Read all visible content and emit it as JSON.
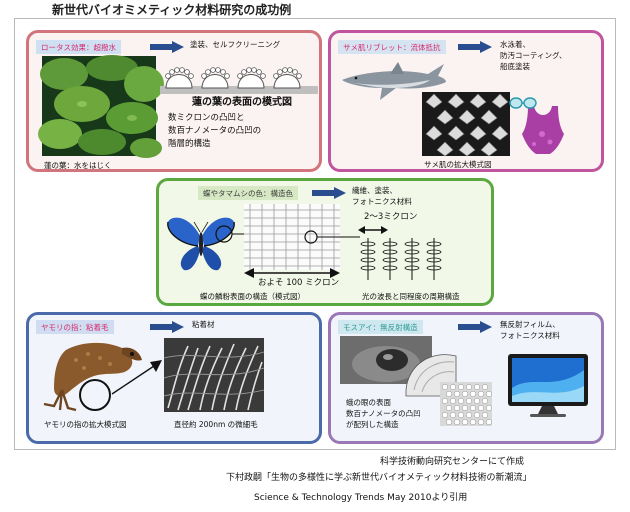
{
  "title": "新世代バイオミメティック材料研究の成功例",
  "lotus": {
    "tag": "ロータス効果：超撥水",
    "result": "塗装、セルフクリーニング",
    "diagram_title": "蓮の葉の表面の模式図",
    "desc_lines": [
      "数ミクロンの凸凹と",
      "数百ナノメータの凸凹の",
      "階層的構造"
    ],
    "caption": "蓮の葉：水をはじく"
  },
  "shark": {
    "tag": "サメ肌リブレット：流体抵抗",
    "result_lines": [
      "水泳着、",
      "防汚コーティング、",
      "船底塗装"
    ],
    "caption": "サメ肌の拡大模式図"
  },
  "butterfly": {
    "tag": "蝶やタマムシの色：構造色",
    "result_lines": [
      "繊維、塗装、",
      "フォトニクス材料"
    ],
    "scale_small": "2～3ミクロン",
    "scale_large": "およそ 100 ミクロン",
    "caption_left": "蝶の鱗粉表面の構造（模式図）",
    "caption_right": "光の波長と同程度の周期構造"
  },
  "gecko": {
    "tag": "ヤモリの指：粘着毛",
    "result": "粘着材",
    "caption_left": "ヤモリの指の拡大模式図",
    "caption_right": "直径約 200nm の微細毛"
  },
  "moth": {
    "tag": "モスアイ：無反射構造",
    "result_lines": [
      "無反射フィルム、",
      "フォトニクス材料"
    ],
    "desc_lines": [
      "蛾の眼の表面",
      "数百ナノメータの凸凹",
      "が配列した構造"
    ]
  },
  "credits": {
    "line1": "科学技術動向研究センターにて作成",
    "line2": "下村政嗣「生物の多様性に学ぶ新世代バイオメティック材料技術の新潮流」",
    "line3": "Science & Technology Trends May 2010より引用"
  },
  "colors": {
    "arrow": "#2a4d8f",
    "lotus_border": "#d2747b",
    "shark_border": "#c0549e",
    "butterfly_border": "#5aa83f",
    "gecko_border": "#4a6aa9",
    "moth_border": "#9a78b5",
    "butterfly_wing": "#2a63c9"
  }
}
